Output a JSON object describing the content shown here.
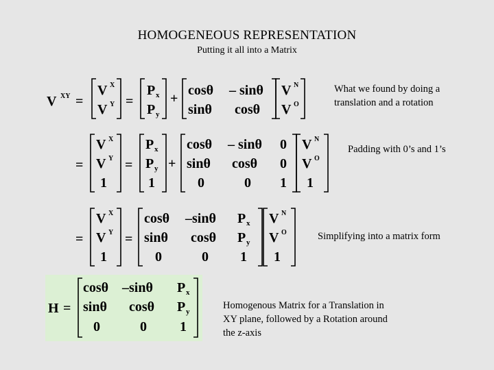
{
  "slide": {
    "title": "HOMOGENEOUS REPRESENTATION",
    "subtitle": "Putting it all into a Matrix"
  },
  "notes": {
    "note1_line1": "What we found by doing a",
    "note1_line2": "translation and a rotation",
    "note2": "Padding with 0’s and 1’s",
    "note3": "Simplifying into a matrix form",
    "note4_line1": "Homogenous Matrix for a Translation in",
    "note4_line2": "XY plane, followed by a  Rotation around",
    "note4_line3": "the z-axis"
  },
  "math": {
    "V": "V",
    "P": "P",
    "H": "H",
    "sup_XY": "XY",
    "sup_X": "X",
    "sup_Y": "Y",
    "sup_N": "N",
    "sup_O": "O",
    "sub_x": "x",
    "sub_y": "y",
    "eq": "=",
    "plus": "+",
    "cos": "cosθ",
    "sin": "sinθ",
    "neg_sin": "– sinθ",
    "neg_sin2": "–sinθ",
    "zero": "0",
    "one": "1"
  }
}
